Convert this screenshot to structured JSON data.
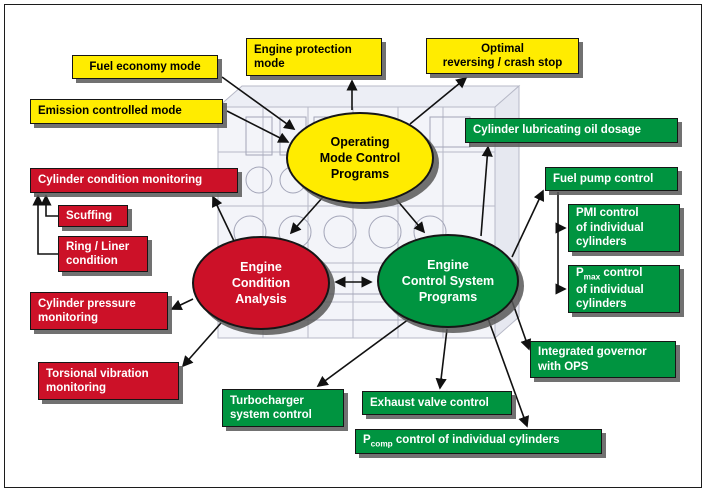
{
  "colors": {
    "yellow": "#ffec00",
    "red": "#cc1128",
    "green": "#009440",
    "ink": "#111111",
    "sketch": "#b7b9c7"
  },
  "hubs": {
    "operating_mode": {
      "label": "Operating\nMode Control\nPrograms"
    },
    "engine_condition": {
      "label": "Engine\nCondition\nAnalysis"
    },
    "engine_control": {
      "label": "Engine\nControl System\nPrograms"
    }
  },
  "mode_boxes": {
    "fuel_economy": "Fuel economy mode",
    "engine_protection": "Engine protection\nmode",
    "optimal_reversing": "Optimal\nreversing / crash stop",
    "emission_controlled": "Emission controlled mode"
  },
  "condition_boxes": {
    "cylinder_condition": "Cylinder condition monitoring",
    "scuffing": "Scuffing",
    "ring_liner": "Ring / Liner\ncondition",
    "cylinder_pressure": "Cylinder pressure\nmonitoring",
    "torsional_vibration": "Torsional vibration\nmonitoring"
  },
  "control_boxes": {
    "lubricating_oil": "Cylinder lubricating oil dosage",
    "fuel_pump": "Fuel pump control",
    "pmi": "PMI control\nof individual\ncylinders",
    "pmax": {
      "p": "P",
      "sub": "max",
      "rest": " control\nof individual\ncylinders"
    },
    "governor": "Integrated governor\nwith OPS",
    "exhaust_valve": "Exhaust valve control",
    "turbocharger": "Turbocharger\nsystem control",
    "pcomp": {
      "p": "P",
      "sub": "comp",
      "rest": " control of individual cylinders"
    }
  }
}
